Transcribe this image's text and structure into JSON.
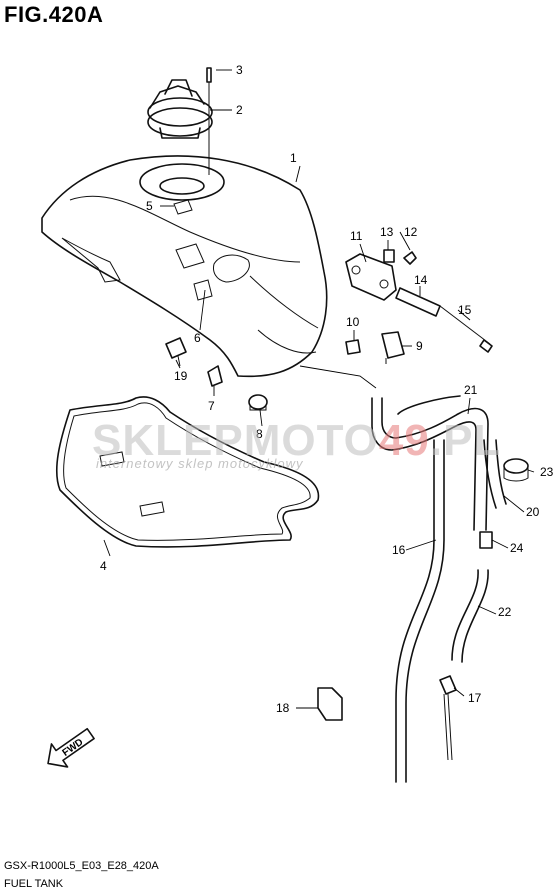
{
  "header": {
    "figure_title": "FIG.420A"
  },
  "footer": {
    "model_code": "GSX-R1000L5_E03_E28_420A",
    "section_name": "FUEL TANK"
  },
  "watermark": {
    "brand_left": "SKLEP",
    "brand_mid": "MOTO",
    "brand_accent": "49",
    "brand_right": ".PL",
    "tagline": "internetowy sklep motocyklowy"
  },
  "direction_marker": {
    "label": "FWD"
  },
  "parts": [
    {
      "ref": "1"
    },
    {
      "ref": "2"
    },
    {
      "ref": "3"
    },
    {
      "ref": "4"
    },
    {
      "ref": "5"
    },
    {
      "ref": "6"
    },
    {
      "ref": "7"
    },
    {
      "ref": "8"
    },
    {
      "ref": "9"
    },
    {
      "ref": "10"
    },
    {
      "ref": "11"
    },
    {
      "ref": "12"
    },
    {
      "ref": "13"
    },
    {
      "ref": "14"
    },
    {
      "ref": "15"
    },
    {
      "ref": "16"
    },
    {
      "ref": "17"
    },
    {
      "ref": "18"
    },
    {
      "ref": "19"
    },
    {
      "ref": "20"
    },
    {
      "ref": "21"
    },
    {
      "ref": "22"
    },
    {
      "ref": "23"
    },
    {
      "ref": "24"
    }
  ]
}
